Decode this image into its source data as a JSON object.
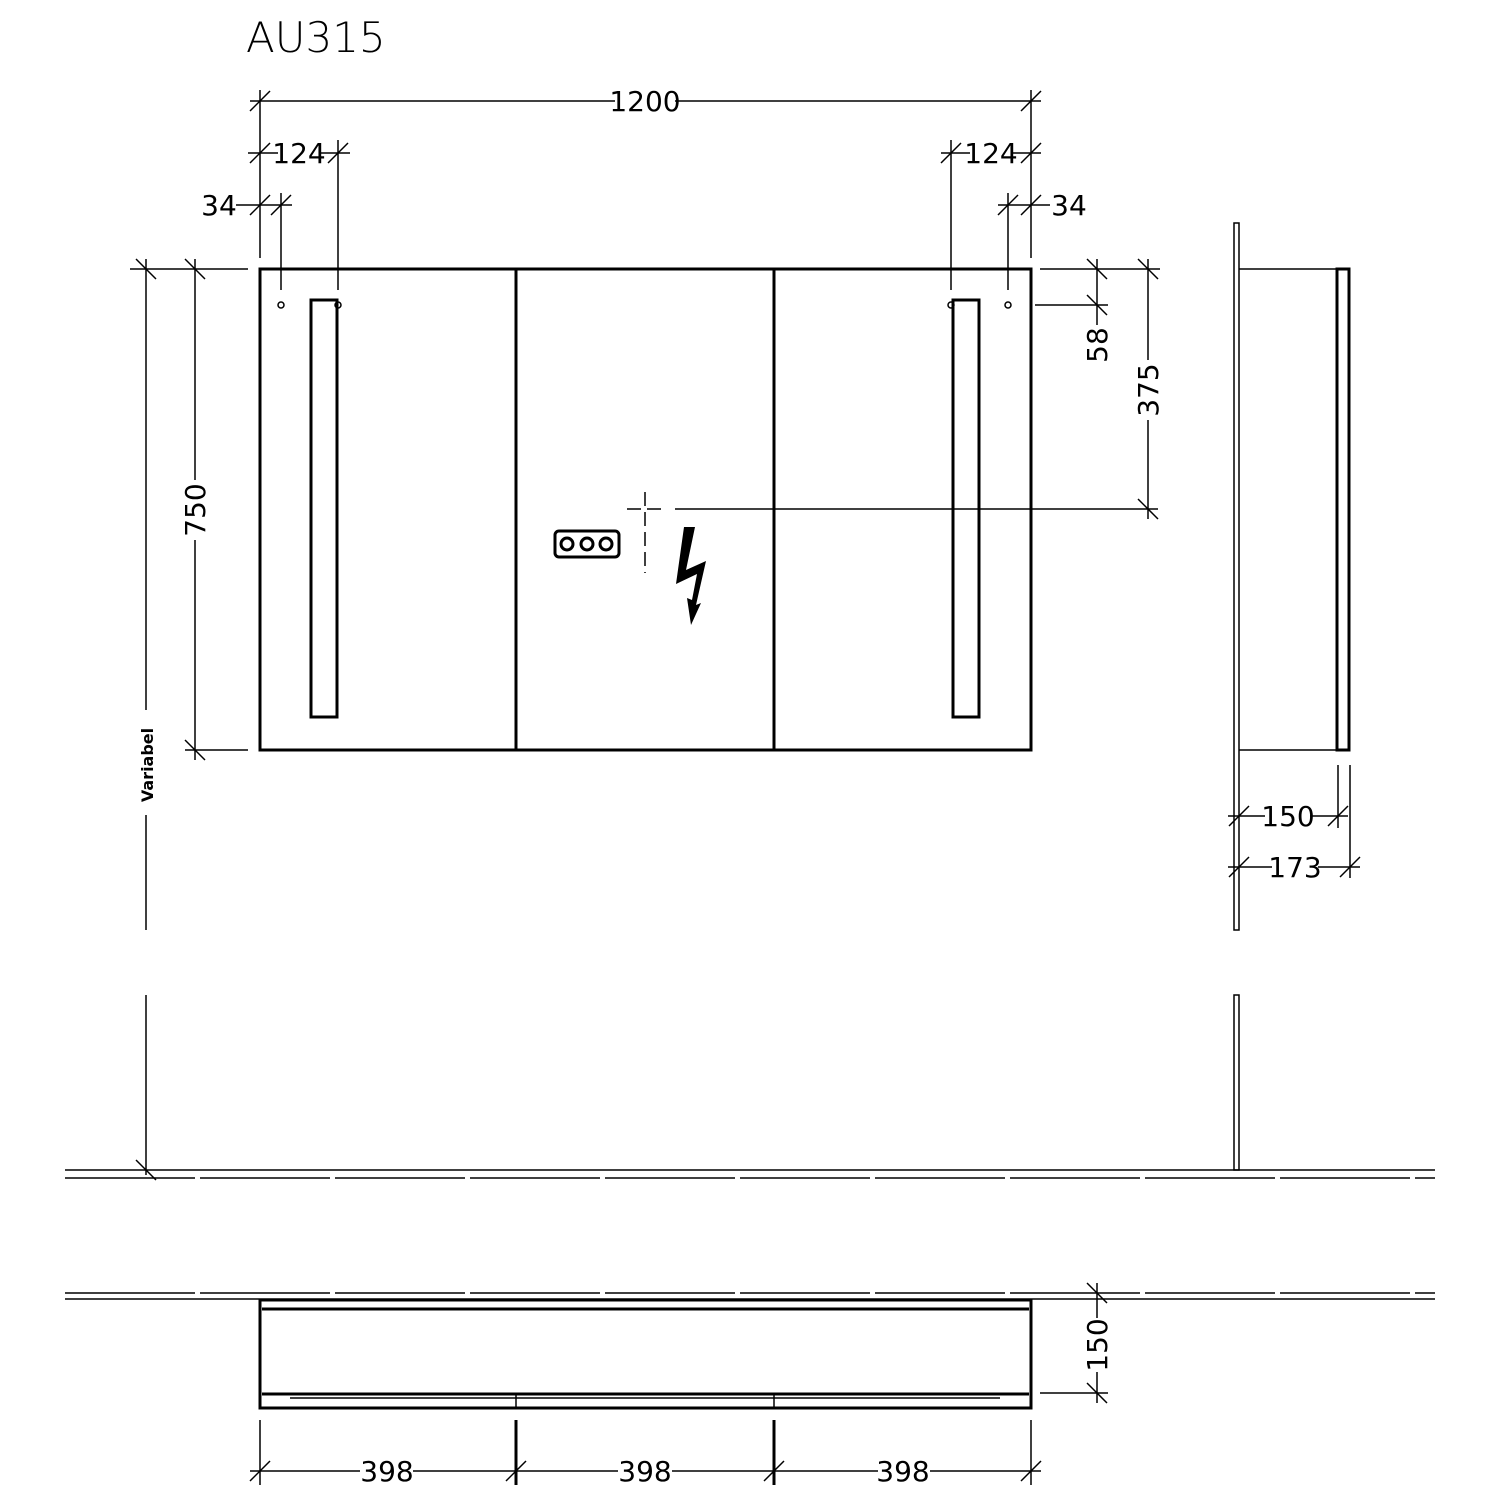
{
  "title": "AU315",
  "dimensions": {
    "overall_width": "1200",
    "left_light_offset": "124",
    "left_screw_offset": "34",
    "right_light_offset": "124",
    "right_screw_offset": "34",
    "height": "750",
    "mount_height": "Variabel",
    "top_to_screw": "58",
    "top_to_socket": "375",
    "side_depth_body": "150",
    "side_depth_total": "173",
    "top_view_depth": "150",
    "door_width_1": "398",
    "door_width_2": "398",
    "door_width_3": "398"
  }
}
